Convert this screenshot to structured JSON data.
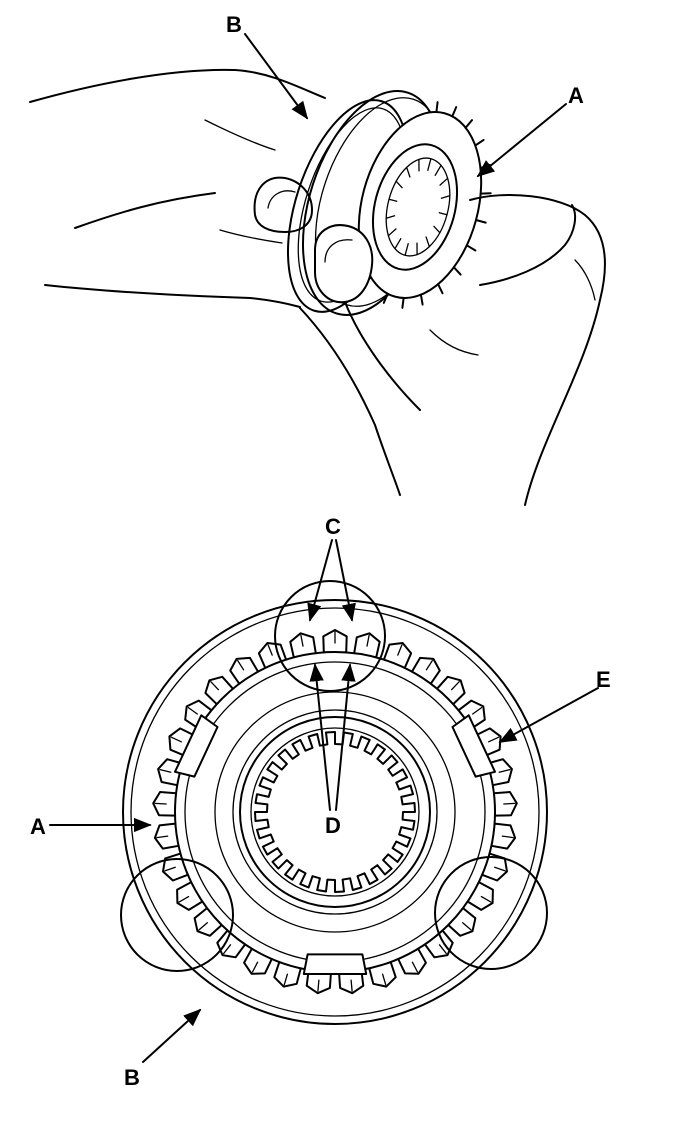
{
  "figure": {
    "top_illustration": {
      "labels": {
        "A": "A",
        "B": "B"
      }
    },
    "bottom_illustration": {
      "labels": {
        "A": "A",
        "B": "B",
        "C": "C",
        "D": "D",
        "E": "E"
      }
    }
  },
  "colors": {
    "line": "#000000",
    "background": "#ffffff"
  }
}
